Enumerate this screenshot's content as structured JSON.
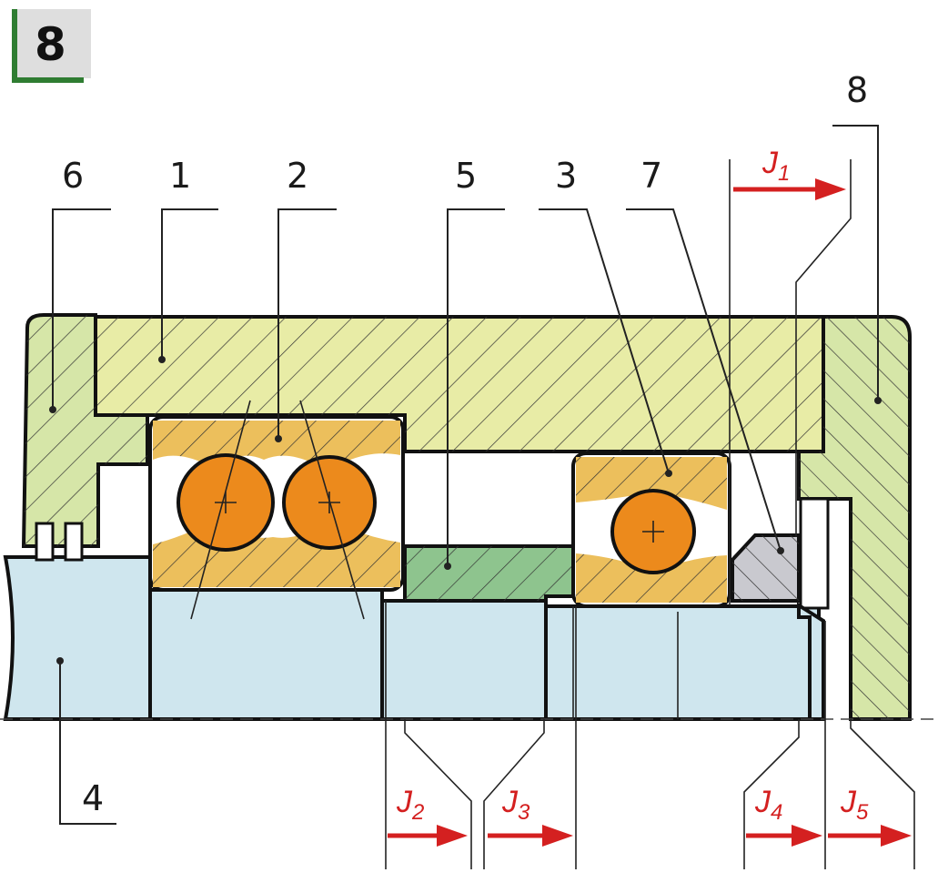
{
  "badge": {
    "number": "8"
  },
  "callouts": {
    "p1": "1",
    "p2": "2",
    "p3": "3",
    "p4": "4",
    "p5": "5",
    "p6": "6",
    "p7": "7",
    "p8": "8"
  },
  "clearances": {
    "j1": {
      "letter": "J",
      "sub": "1"
    },
    "j2": {
      "letter": "J",
      "sub": "2"
    },
    "j3": {
      "letter": "J",
      "sub": "3"
    },
    "j4": {
      "letter": "J",
      "sub": "4"
    },
    "j5": {
      "letter": "J",
      "sub": "5"
    }
  },
  "colors": {
    "housing": "#e8eca6",
    "cover": "#d6e6a8",
    "bearing_ring": "#ecbf5c",
    "ball": "#ec8a1c",
    "shaft": "#cfe6ee",
    "spacer": "#8ec48e",
    "washer": "#c9c9cf",
    "arrow": "#d42020",
    "badge_bg": "#dedede",
    "badge_border": "#2f7d32"
  }
}
